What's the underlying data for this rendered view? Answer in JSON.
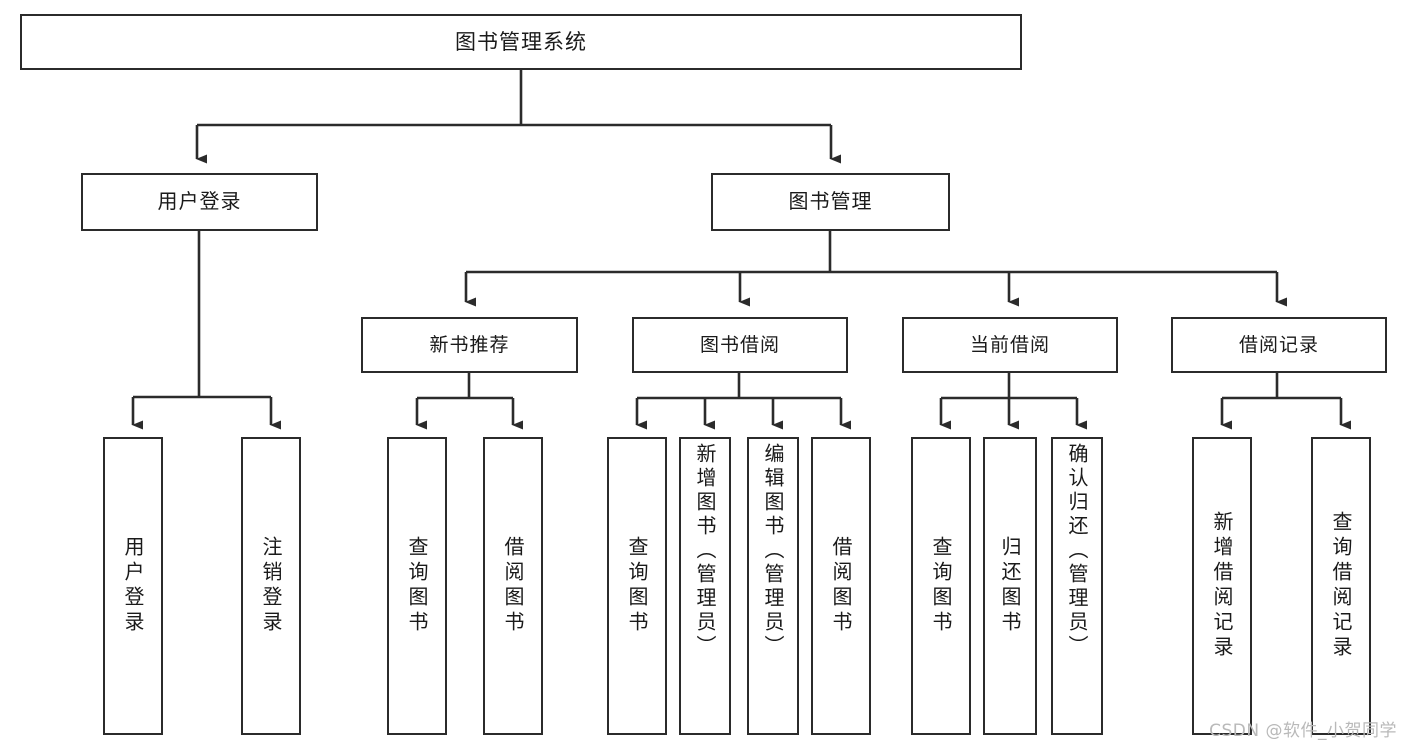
{
  "diagram": {
    "title": "图书管理系统",
    "type": "tree-hierarchy-chart",
    "watermark": "CSDN @软件_小贺同学",
    "colors": {
      "stroke": "#2b2b2b",
      "fill": "#ffffff",
      "text": "#1a1a1a",
      "watermark": "#b9b9b9"
    }
  },
  "nodes": {
    "root": {
      "label": "图书管理系统"
    },
    "tier1": [
      {
        "label": "用户登录"
      },
      {
        "label": "图书管理"
      }
    ],
    "tier2": [
      {
        "label": "新书推荐"
      },
      {
        "label": "图书借阅"
      },
      {
        "label": "当前借阅"
      },
      {
        "label": "借阅记录"
      }
    ],
    "leaves": {
      "user_login": [
        {
          "label": "用户登录"
        },
        {
          "label": "注销登录"
        }
      ],
      "new_book_recommend": [
        {
          "label": "查询图书"
        },
        {
          "label": "借阅图书"
        }
      ],
      "book_borrow": [
        {
          "label": "查询图书"
        },
        {
          "label": "新增图书（管理员）"
        },
        {
          "label": "编辑图书（管理员）"
        },
        {
          "label": "借阅图书"
        }
      ],
      "current_borrow": [
        {
          "label": "查询图书"
        },
        {
          "label": "归还图书"
        },
        {
          "label": "确认归还（管理员）"
        }
      ],
      "borrow_record": [
        {
          "label": "新增借阅记录"
        },
        {
          "label": "查询借阅记录"
        }
      ]
    }
  }
}
